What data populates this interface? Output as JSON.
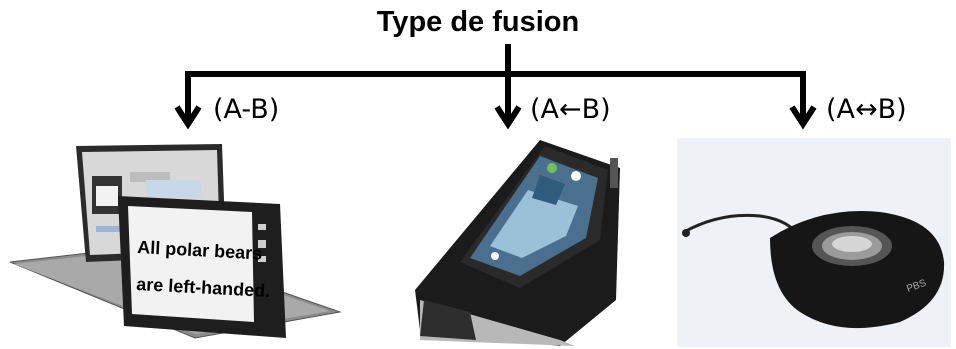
{
  "title": "Type de fusion",
  "branches": [
    {
      "label": "(A-B)",
      "device": "laptop-tablet"
    },
    {
      "label": "(A←B)",
      "device": "handheld-tactile-display"
    },
    {
      "label": "(A↔B)",
      "device": "haptic-mouse"
    }
  ],
  "tablet_text": {
    "line1": "All polar bears",
    "line2": "are left-handed."
  },
  "mouse_brand": "PBS"
}
